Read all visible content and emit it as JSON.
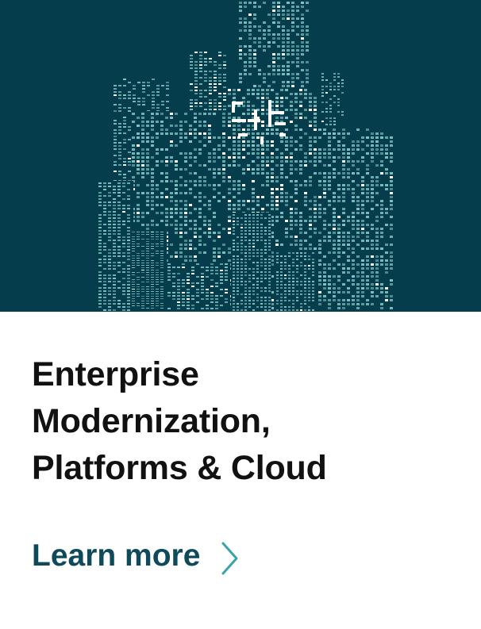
{
  "colors": {
    "hero_bg": "#053d4c",
    "building_window": "#7fc4c3",
    "building_window_bright": "#ffffff",
    "title_text": "#111111",
    "cta_text": "#0f4a5a",
    "chevron": "#3aa3a4"
  },
  "hero": {
    "illustration": "night-city-skyscrapers-illustration"
  },
  "card": {
    "title_lines": [
      "Enterprise",
      "Modernization,",
      "Platforms & Cloud"
    ],
    "cta_label": "Learn more",
    "cta_icon": "chevron-right-icon"
  }
}
